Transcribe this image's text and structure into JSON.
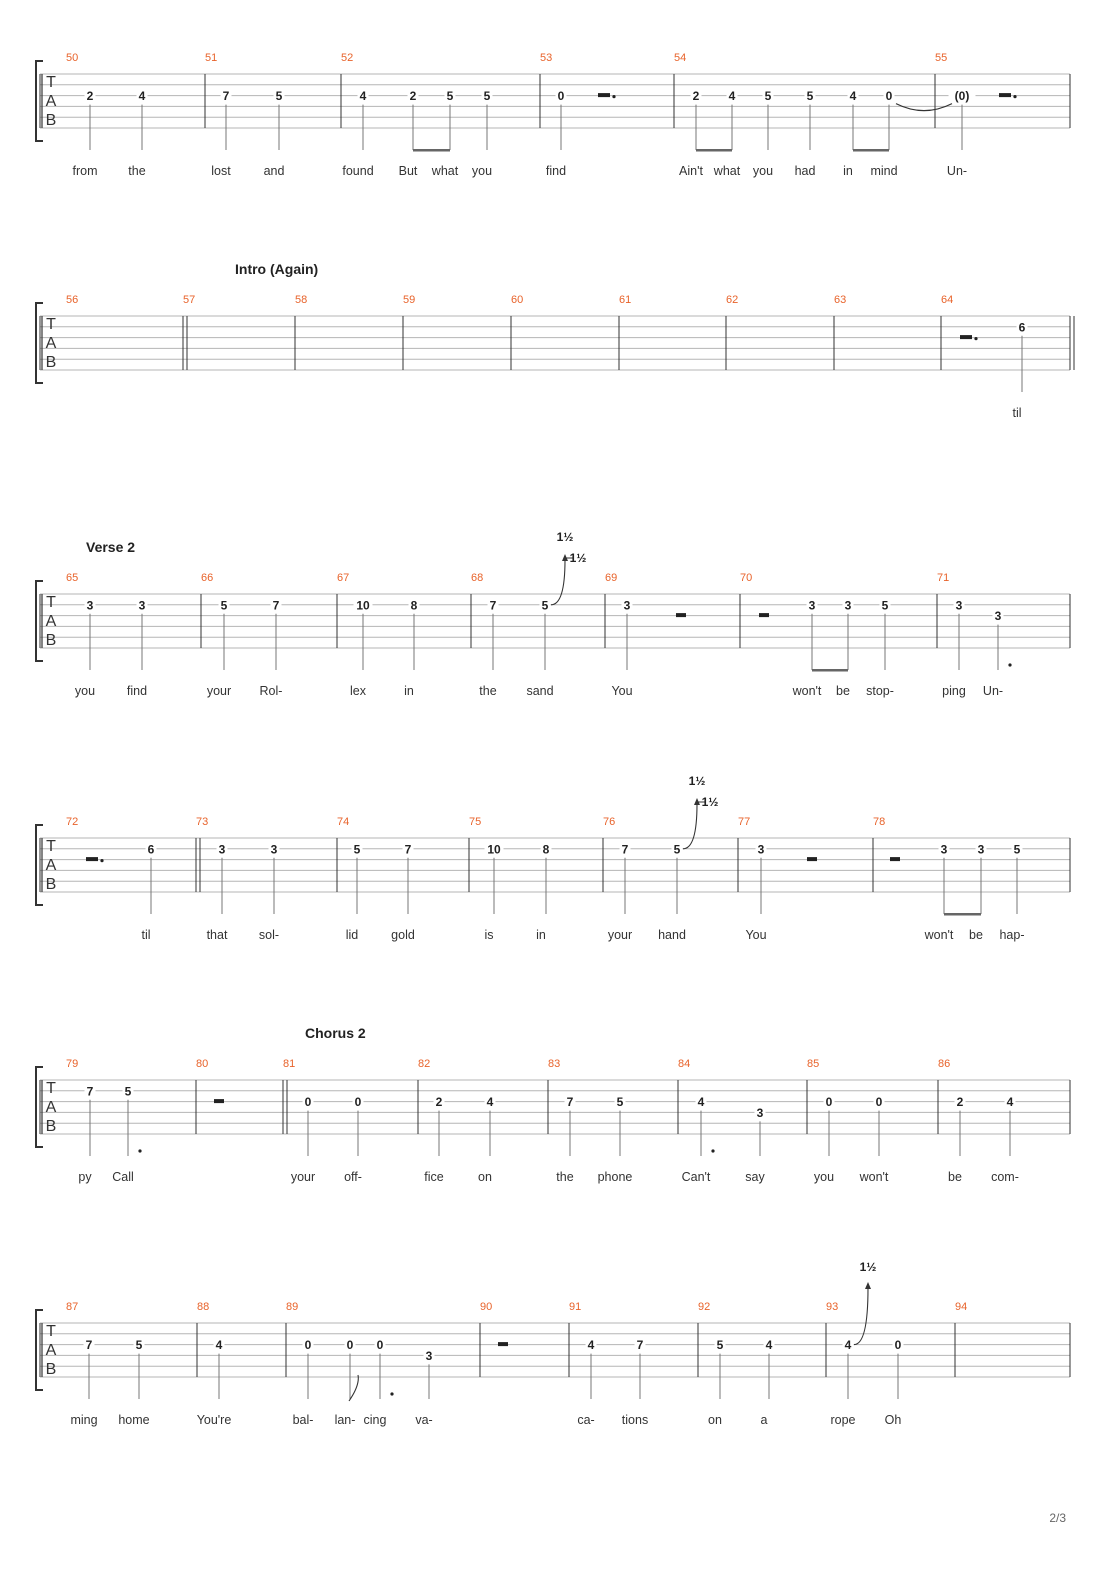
{
  "page": {
    "number": "2/3"
  },
  "tab_clef": [
    "T",
    "A",
    "B"
  ],
  "systems": [
    {
      "title": "",
      "measures": [
        {
          "n": "50",
          "notes": [
            {
              "f": "2",
              "s": 2,
              "l": "from"
            },
            {
              "f": "4",
              "s": 2,
              "l": "the"
            }
          ]
        },
        {
          "n": "51",
          "notes": [
            {
              "f": "7",
              "s": 2,
              "l": "lost"
            },
            {
              "f": "5",
              "s": 2,
              "l": "and"
            }
          ]
        },
        {
          "n": "52",
          "notes": [
            {
              "f": "4",
              "s": 2,
              "l": "found"
            },
            {
              "f": "2",
              "s": 2,
              "l": "But"
            },
            {
              "f": "5",
              "s": 2,
              "l": "what"
            },
            {
              "f": "5",
              "s": 2,
              "l": "you"
            }
          ]
        },
        {
          "n": "53",
          "notes": [
            {
              "f": "0",
              "s": 2,
              "l": "find"
            }
          ]
        },
        {
          "n": "54",
          "notes": [
            {
              "f": "2",
              "s": 2,
              "l": "Ain't"
            },
            {
              "f": "4",
              "s": 2,
              "l": "what"
            },
            {
              "f": "5",
              "s": 2,
              "l": "you"
            },
            {
              "f": "5",
              "s": 2,
              "l": "had"
            },
            {
              "f": "4",
              "s": 2,
              "l": "in"
            },
            {
              "f": "0",
              "s": 2,
              "l": "mind"
            }
          ]
        },
        {
          "n": "55",
          "notes": [
            {
              "f": "(0)",
              "s": 2,
              "l": "Un-"
            }
          ]
        }
      ]
    },
    {
      "title": "Intro (Again)",
      "measures": [
        {
          "n": "56",
          "notes": []
        },
        {
          "n": "57",
          "notes": []
        },
        {
          "n": "58",
          "notes": []
        },
        {
          "n": "59",
          "notes": []
        },
        {
          "n": "60",
          "notes": []
        },
        {
          "n": "61",
          "notes": []
        },
        {
          "n": "62",
          "notes": []
        },
        {
          "n": "63",
          "notes": []
        },
        {
          "n": "64",
          "notes": [
            {
              "f": "6",
              "s": 1,
              "l": "til"
            }
          ]
        }
      ]
    },
    {
      "title": "Verse 2",
      "measures": [
        {
          "n": "65",
          "notes": [
            {
              "f": "3",
              "s": 1,
              "l": "you"
            },
            {
              "f": "3",
              "s": 1,
              "l": "find"
            }
          ]
        },
        {
          "n": "66",
          "notes": [
            {
              "f": "5",
              "s": 1,
              "l": "your"
            },
            {
              "f": "7",
              "s": 1,
              "l": "Rol-"
            }
          ]
        },
        {
          "n": "67",
          "notes": [
            {
              "f": "10",
              "s": 1,
              "l": "lex"
            },
            {
              "f": "8",
              "s": 1,
              "l": "in"
            }
          ]
        },
        {
          "n": "68",
          "notes": [
            {
              "f": "7",
              "s": 1,
              "l": "the"
            },
            {
              "f": "5",
              "s": 1,
              "l": "sand"
            }
          ]
        },
        {
          "n": "69",
          "notes": [
            {
              "f": "3",
              "s": 1,
              "l": "You"
            }
          ]
        },
        {
          "n": "70",
          "notes": [
            {
              "f": "3",
              "s": 1,
              "l": "won't"
            },
            {
              "f": "3",
              "s": 1,
              "l": "be"
            },
            {
              "f": "5",
              "s": 1,
              "l": "stop-"
            }
          ]
        },
        {
          "n": "71",
          "notes": [
            {
              "f": "3",
              "s": 1,
              "l": "ping"
            },
            {
              "f": "3",
              "s": 2,
              "l": "Un-"
            }
          ]
        }
      ]
    },
    {
      "title": "",
      "measures": [
        {
          "n": "72",
          "notes": [
            {
              "f": "6",
              "s": 1,
              "l": "til"
            }
          ]
        },
        {
          "n": "73",
          "notes": [
            {
              "f": "3",
              "s": 1,
              "l": "that"
            },
            {
              "f": "3",
              "s": 1,
              "l": "sol-"
            }
          ]
        },
        {
          "n": "74",
          "notes": [
            {
              "f": "5",
              "s": 1,
              "l": "lid"
            },
            {
              "f": "7",
              "s": 1,
              "l": "gold"
            }
          ]
        },
        {
          "n": "75",
          "notes": [
            {
              "f": "10",
              "s": 1,
              "l": "is"
            },
            {
              "f": "8",
              "s": 1,
              "l": "in"
            }
          ]
        },
        {
          "n": "76",
          "notes": [
            {
              "f": "7",
              "s": 1,
              "l": "your"
            },
            {
              "f": "5",
              "s": 1,
              "l": "hand"
            }
          ]
        },
        {
          "n": "77",
          "notes": [
            {
              "f": "3",
              "s": 1,
              "l": "You"
            }
          ]
        },
        {
          "n": "78",
          "notes": [
            {
              "f": "3",
              "s": 1,
              "l": "won't"
            },
            {
              "f": "3",
              "s": 1,
              "l": "be"
            },
            {
              "f": "5",
              "s": 1,
              "l": "hap-"
            }
          ]
        }
      ]
    },
    {
      "title": "Chorus 2",
      "measures": [
        {
          "n": "79",
          "notes": [
            {
              "f": "7",
              "s": 1,
              "l": "py"
            },
            {
              "f": "5",
              "s": 1,
              "l": "Call"
            }
          ]
        },
        {
          "n": "80",
          "notes": []
        },
        {
          "n": "81",
          "notes": [
            {
              "f": "0",
              "s": 2,
              "l": "your"
            },
            {
              "f": "0",
              "s": 2,
              "l": "off-"
            }
          ]
        },
        {
          "n": "82",
          "notes": [
            {
              "f": "2",
              "s": 2,
              "l": "fice"
            },
            {
              "f": "4",
              "s": 2,
              "l": "on"
            }
          ]
        },
        {
          "n": "83",
          "notes": [
            {
              "f": "7",
              "s": 2,
              "l": "the"
            },
            {
              "f": "5",
              "s": 2,
              "l": "phone"
            }
          ]
        },
        {
          "n": "84",
          "notes": [
            {
              "f": "4",
              "s": 2,
              "l": "Can't"
            },
            {
              "f": "3",
              "s": 3,
              "l": "say"
            }
          ]
        },
        {
          "n": "85",
          "notes": [
            {
              "f": "0",
              "s": 2,
              "l": "you"
            },
            {
              "f": "0",
              "s": 2,
              "l": "won't"
            }
          ]
        },
        {
          "n": "86",
          "notes": [
            {
              "f": "2",
              "s": 2,
              "l": "be"
            },
            {
              "f": "4",
              "s": 2,
              "l": "com-"
            }
          ]
        }
      ]
    },
    {
      "title": "",
      "measures": [
        {
          "n": "87",
          "notes": [
            {
              "f": "7",
              "s": 2,
              "l": "ming"
            },
            {
              "f": "5",
              "s": 2,
              "l": "home"
            }
          ]
        },
        {
          "n": "88",
          "notes": [
            {
              "f": "4",
              "s": 2,
              "l": "You're"
            }
          ]
        },
        {
          "n": "89",
          "notes": [
            {
              "f": "0",
              "s": 2,
              "l": "bal-"
            },
            {
              "f": "0",
              "s": 2,
              "l": "lan-"
            },
            {
              "f": "0",
              "s": 2,
              "l": "cing"
            },
            {
              "f": "3",
              "s": 3,
              "l": "va-"
            }
          ]
        },
        {
          "n": "90",
          "notes": []
        },
        {
          "n": "91",
          "notes": [
            {
              "f": "4",
              "s": 2,
              "l": "ca-"
            },
            {
              "f": "7",
              "s": 2,
              "l": "tions"
            }
          ]
        },
        {
          "n": "92",
          "notes": [
            {
              "f": "5",
              "s": 2,
              "l": "on"
            },
            {
              "f": "4",
              "s": 2,
              "l": "a"
            }
          ]
        },
        {
          "n": "93",
          "notes": [
            {
              "f": "4",
              "s": 2,
              "l": "rope"
            },
            {
              "f": "0",
              "s": 2,
              "l": "Oh"
            }
          ]
        },
        {
          "n": "94",
          "notes": []
        }
      ]
    }
  ],
  "bends": [
    {
      "system": 2,
      "label": "1½",
      "release_label": "1½"
    },
    {
      "system": 3,
      "label": "1½",
      "release_label": "1½"
    },
    {
      "system": 5,
      "label": "1½"
    }
  ]
}
